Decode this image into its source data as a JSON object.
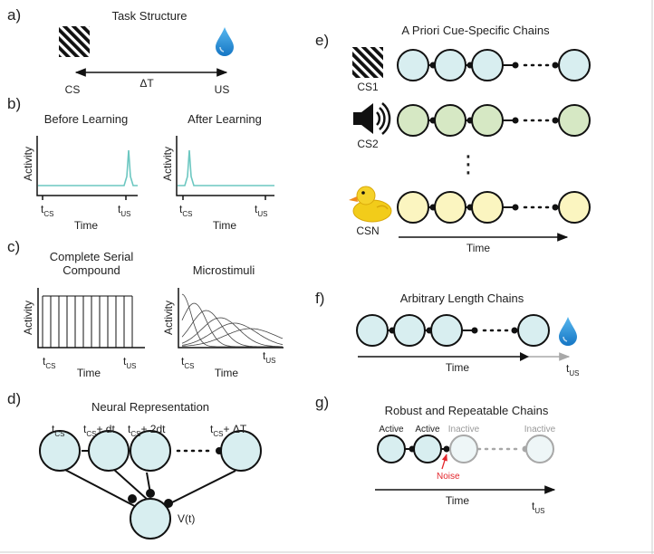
{
  "panels": {
    "a": {
      "label": "a)",
      "title": "Task Structure",
      "cs": "CS",
      "us": "US",
      "delta": "ΔT"
    },
    "b": {
      "label": "b)",
      "before_title": "Before Learning",
      "after_title": "After Learning",
      "ylabel": "Activity",
      "xlabel": "Time",
      "t": "t",
      "cs_sub": "CS",
      "us_sub": "US"
    },
    "c": {
      "label": "c)",
      "csc_title_line1": "Complete Serial",
      "csc_title_line2": "Compound",
      "micro_title": "Microstimuli",
      "ylabel": "Activity",
      "xlabel": "Time",
      "t": "t",
      "cs_sub": "CS",
      "us_sub": "US"
    },
    "d": {
      "label": "d)",
      "title": "Neural Representation",
      "t": "t",
      "cs_sub": "CS",
      "plus_dt": "+ dt",
      "plus_2dt": "+ 2dt",
      "plus_delta": "+ ΔT",
      "value": "V(t)"
    },
    "e": {
      "label": "e)",
      "title": "A Priori Cue-Specific Chains",
      "cs1": "CS1",
      "cs2": "CS2",
      "csn": "CSN",
      "vdots": "⋮",
      "time": "Time"
    },
    "f": {
      "label": "f)",
      "title": "Arbitrary Length Chains",
      "time": "Time",
      "t": "t",
      "us_sub": "US"
    },
    "g": {
      "label": "g)",
      "title": "Robust and Repeatable Chains",
      "active": "Active",
      "inactive": "Inactive",
      "noise": "Noise",
      "time": "Time",
      "t": "t",
      "us_sub": "US"
    }
  },
  "icons": {
    "stimulus": "striped-grating-icon",
    "reward": "water-drop-icon",
    "sound": "speaker-icon",
    "duck": "rubber-duck-icon"
  },
  "colors": {
    "trace": "#6cc7c1",
    "node_blue": "#d8eef0",
    "node_green": "#d6e8c4",
    "node_yellow": "#fbf5c0",
    "noise": "#e3272d",
    "drop": "#1c8fd6"
  }
}
